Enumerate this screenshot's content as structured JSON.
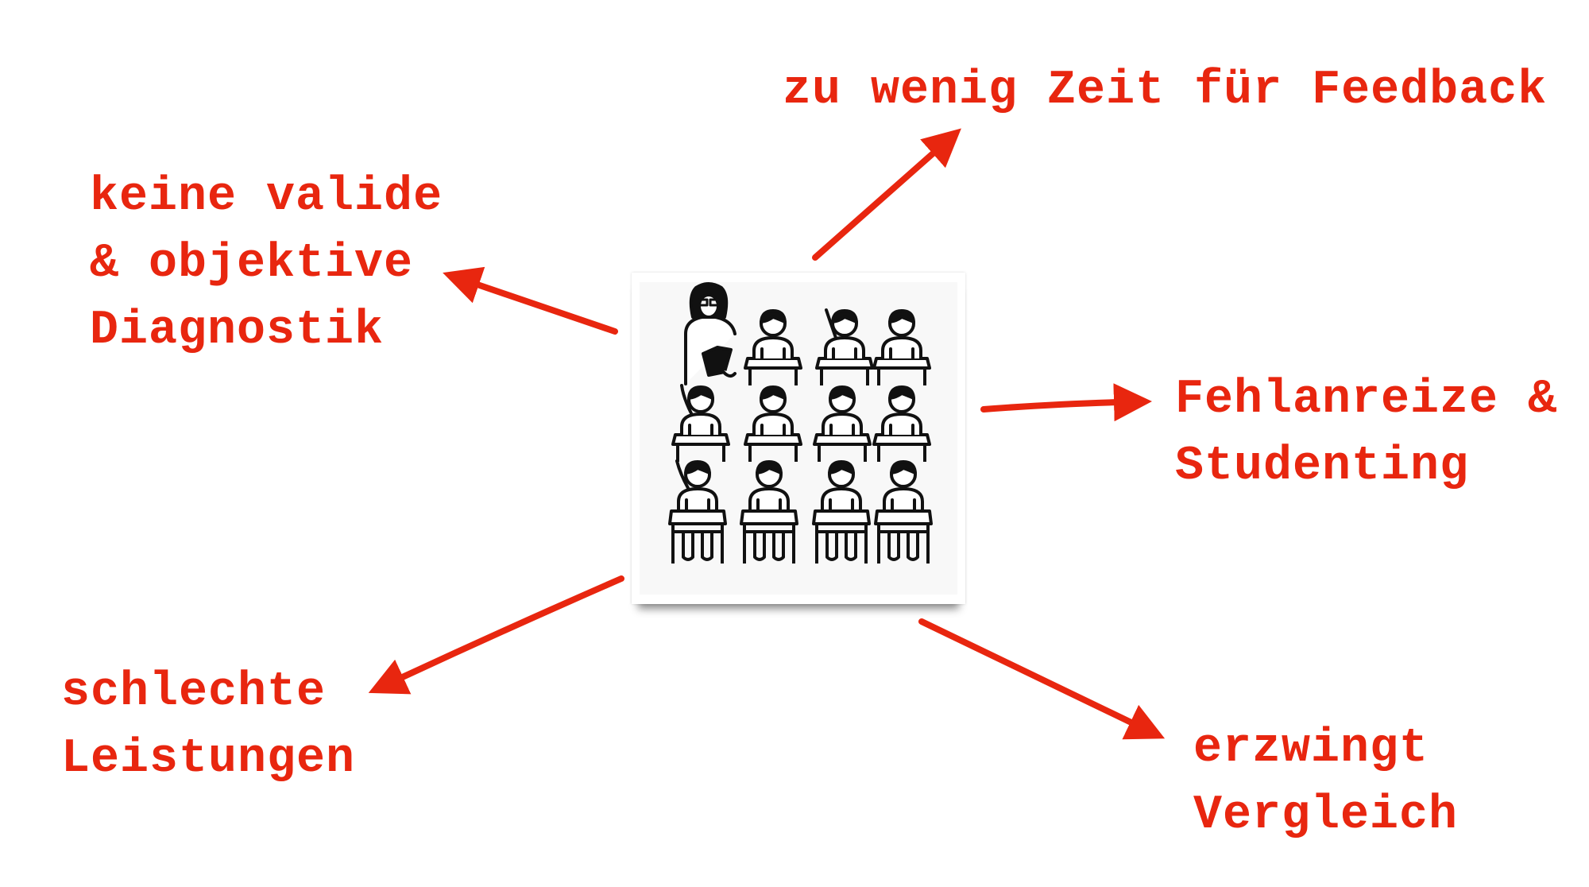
{
  "center_image": {
    "icon": "classroom-teacher-students-icon"
  },
  "labels": {
    "top": [
      "zu wenig Zeit für Feedback"
    ],
    "left_top": [
      "keine valide",
      "& objektive",
      "Diagnostik"
    ],
    "right": [
      "Fehlanreize &",
      "Studenting"
    ],
    "left_bottom": [
      "schlechte",
      "Leistungen"
    ],
    "right_bottom": [
      "erzwingt",
      "Vergleich"
    ]
  },
  "colors": {
    "accent": "#e8260f",
    "ink": "#111111"
  }
}
